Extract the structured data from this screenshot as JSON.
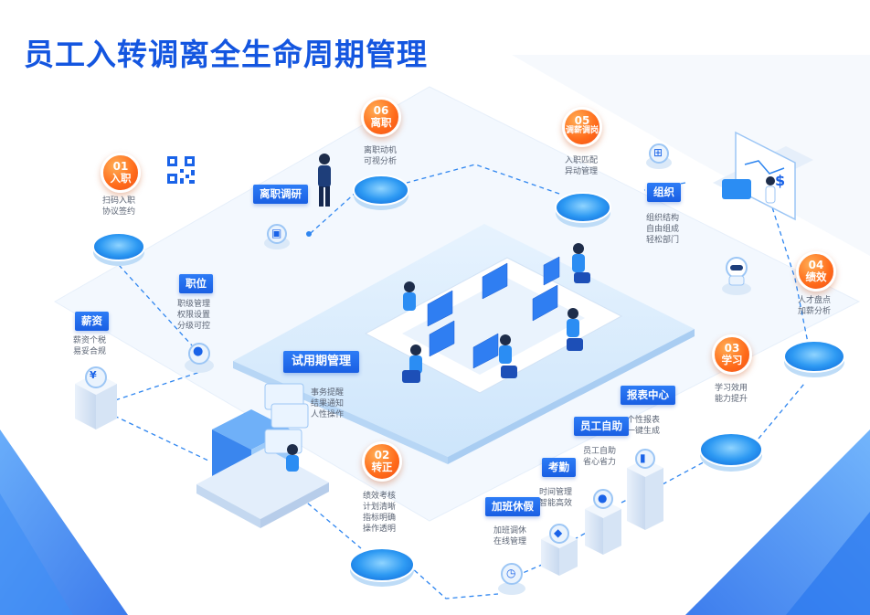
{
  "title": "员工入转调离全生命周期管理",
  "stages": {
    "s01": {
      "num": "01",
      "label": "入职",
      "lines": [
        "扫码入职",
        "协议签约"
      ]
    },
    "s02": {
      "num": "02",
      "label": "转正",
      "lines": [
        "绩效考核",
        "计划清晰",
        "指标明确",
        "操作透明"
      ]
    },
    "s03": {
      "num": "03",
      "label": "学习",
      "lines": [
        "学习效用",
        "能力提升"
      ]
    },
    "s04": {
      "num": "04",
      "label": "绩效",
      "lines": [
        "人才盘点",
        "加薪分析"
      ]
    },
    "s05": {
      "num": "05",
      "label": "调薪调岗",
      "lines": [
        "入职匹配",
        "异动管理"
      ]
    },
    "s06": {
      "num": "06",
      "label": "离职",
      "lines": [
        "离职动机",
        "可视分析"
      ]
    }
  },
  "tags": {
    "position": {
      "label": "职位",
      "lines": [
        "职级管理",
        "权限设置",
        "分级可控"
      ]
    },
    "salary": {
      "label": "薪资",
      "lines": [
        "薪资个税",
        "易妥合规"
      ]
    },
    "probation": {
      "label": "试用期管理",
      "lines": [
        "事务提醒",
        "结果通知",
        "人性操作"
      ]
    },
    "exit_survey": {
      "label": "离职调研"
    },
    "org": {
      "label": "组织",
      "lines": [
        "组织结构",
        "自由组成",
        "轻松部门"
      ]
    },
    "report": {
      "label": "报表中心",
      "lines": [
        "个性报表",
        "一键生成"
      ]
    },
    "self_service": {
      "label": "员工自助",
      "lines": [
        "员工自助",
        "省心省力"
      ]
    },
    "attendance": {
      "label": "考勤",
      "lines": [
        "时间管理",
        "智能高效"
      ]
    },
    "overtime": {
      "label": "加班休假",
      "lines": [
        "加班调休",
        "在线管理"
      ]
    }
  },
  "colors": {
    "brand": "#1456e0",
    "accent_orange": "#ff6a1a",
    "tag_blue": "#1a5fe3",
    "platform_blue": "#cfe6fb"
  },
  "icons": [
    "qr-code-icon",
    "yen-coin-icon",
    "user-icon",
    "camera-icon",
    "org-chart-icon",
    "bar-chart-icon",
    "person-icon",
    "shield-icon",
    "alarm-clock-icon",
    "robot-icon",
    "dollar-icon"
  ]
}
